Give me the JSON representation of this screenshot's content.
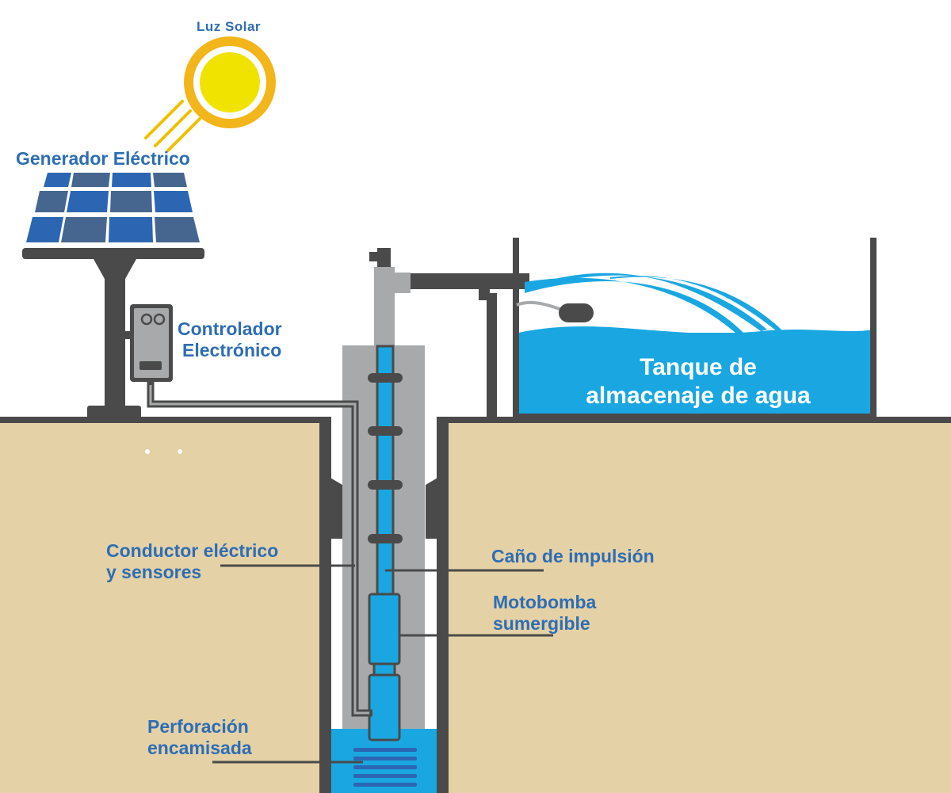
{
  "labels": {
    "sun": "Luz Solar",
    "generator": "Generador Eléctrico",
    "controller": [
      "Controlador",
      "Electrónico"
    ],
    "tank": [
      "Tanque de",
      "almacenaje de agua"
    ],
    "conductor": [
      "Conductor eléctrico",
      "y sensores"
    ],
    "pipe": "Caño de impulsión",
    "pump": [
      "Motobomba",
      "sumergible"
    ],
    "bore": [
      "Perforación",
      "encamisada"
    ]
  },
  "colors": {
    "label_blue": "#2e6db4",
    "water_blue": "#1aa7e1",
    "soil": "#e5d1a6",
    "dark_gray": "#4a4a4a",
    "light_gray": "#a7a9ab",
    "panel_blue": "#2c66b3",
    "panel_slate": "#46668f",
    "sun_yellow": "#f0e300",
    "sun_orange": "#f2b51a"
  }
}
